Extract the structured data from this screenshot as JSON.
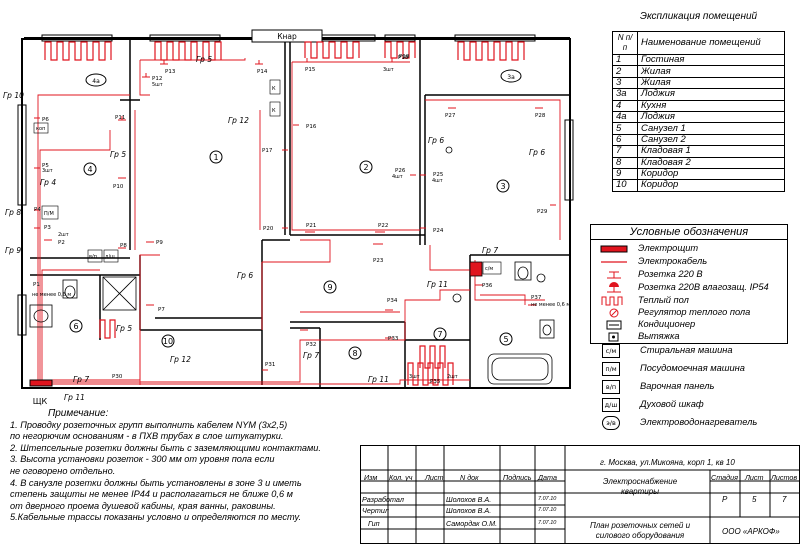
{
  "explication": {
    "title": "Экспликация помещений",
    "col_n": "N п/п",
    "col_name": "Наименование помещений",
    "rows": [
      {
        "n": "1",
        "name": "Гостиная"
      },
      {
        "n": "2",
        "name": "Жилая"
      },
      {
        "n": "3",
        "name": "Жилая"
      },
      {
        "n": "3а",
        "name": "Лоджия"
      },
      {
        "n": "4",
        "name": "Кухня"
      },
      {
        "n": "4а",
        "name": "Лоджия"
      },
      {
        "n": "5",
        "name": "Санузел 1"
      },
      {
        "n": "6",
        "name": "Санузел 2"
      },
      {
        "n": "7",
        "name": "Кладовая 1"
      },
      {
        "n": "8",
        "name": "Кладовая 2"
      },
      {
        "n": "9",
        "name": "Коридор"
      },
      {
        "n": "10",
        "name": "Коридор"
      }
    ]
  },
  "legend": {
    "title": "Условные обозначения",
    "items": [
      "Электрощит",
      "Электрокабель",
      "Розетка 220 В",
      "Розетка 220В влагозащ. IP54",
      "Теплый пол",
      "Регулятор теплого пола",
      "Кондиционер",
      "Вытяжка"
    ],
    "extra": [
      {
        "code": "с/м",
        "label": "Стиральная машина"
      },
      {
        "code": "п/м",
        "label": "Посудомоечная машина"
      },
      {
        "code": "в/п",
        "label": "Варочная панель"
      },
      {
        "code": "д/ш",
        "label": "Духовой шкаф"
      },
      {
        "code": "э/в",
        "label": "Электроводонагреватель"
      }
    ]
  },
  "notes": {
    "title": "Примечание:",
    "lines": [
      "1. Проводку розеточных групп выполнить кабелем NYM (3х2,5)",
      "по негорючим основаниям - в ПХВ трубах в слое штукатурки.",
      "2. Штепсельные розетки должны быть с заземляющими контактами.",
      "3. Высота установки розеток - 300 мм от уровня пола если",
      "не оговорено отдельно.",
      "4. В санузле розетки должны быть установлены в зоне 3 и иметь",
      "степень защиты не менее IP44 и располагаться не ближе 0,6 м",
      "от дверного проема душевой кабины, края ванны, раковины.",
      "5.Кабельные трассы показаны условно и определяются по месту."
    ]
  },
  "stamp": {
    "address": "г. Москва, ул.Микояна, корп 1, кв 10",
    "col_izm": "Изм",
    "col_kol": "Кол. уч",
    "col_list": "Лист",
    "col_ndok": "N док",
    "col_podp": "Подпись",
    "col_date": "Дата",
    "row1_role": "Разработал",
    "row1_name": "Шолохов В.А.",
    "row1_date": "7.07.10",
    "row2_role": "Чертил",
    "row2_name": "Шолохов В.А.",
    "row2_date": "7.07.10",
    "row3_role": "Гип",
    "row3_name": "Самордак О.М.",
    "row3_date": "7.07.10",
    "project": "Электроснабжение квартиры",
    "col_stage": "Стадия",
    "col_sheet": "Лист",
    "col_sheets": "Листов",
    "stage": "Р",
    "sheet": "5",
    "sheets": "7",
    "drawing": "План розеточных сетей и силового оборудования",
    "company": "ООО «АРКОФ»"
  },
  "plan": {
    "knar": "Кнар",
    "shield": "ЩК",
    "rooms": [
      "1",
      "2",
      "3",
      "4",
      "5",
      "6",
      "7",
      "8",
      "9",
      "10",
      "4а",
      "3а"
    ],
    "groups": [
      "Гр 5",
      "Гр 10",
      "Гр 5",
      "Гр 4",
      "Гр 8",
      "Гр 9",
      "Гр 12",
      "Гр 6",
      "Гр 6",
      "Гр 6",
      "Гр 7",
      "Гр 11",
      "Гр 12",
      "Гр 5",
      "Гр 7",
      "Гр 7",
      "Гр 11",
      "Гр 11"
    ],
    "sockets": [
      "Р13",
      "Р14",
      "Р15",
      "Р18",
      "Р12",
      "Р11",
      "Р6",
      "Р5",
      "Р4",
      "Р3",
      "Р2",
      "Р8",
      "Р1",
      "Р9",
      "Р10",
      "Р7",
      "Р16",
      "Р17",
      "Р20",
      "Р21",
      "Р22",
      "Р23",
      "Р24",
      "Р25",
      "Р26",
      "Р27",
      "Р28",
      "Р29",
      "Р30",
      "Р31",
      "Р32",
      "Р33",
      "Р34",
      "Р35",
      "Р36",
      "Р37",
      "Р19"
    ],
    "small": {
      "qty3": "3шт",
      "qty4": "4шт",
      "qty2": "2шт",
      "qty5": "5шт",
      "distance": "не менее 0,6 м",
      "kop": "коп",
      "pm": "П/М",
      "vp": "в/п",
      "dsh": "д/ш",
      "ev": "э/в",
      "sm": "с/м",
      "k": "К"
    }
  }
}
